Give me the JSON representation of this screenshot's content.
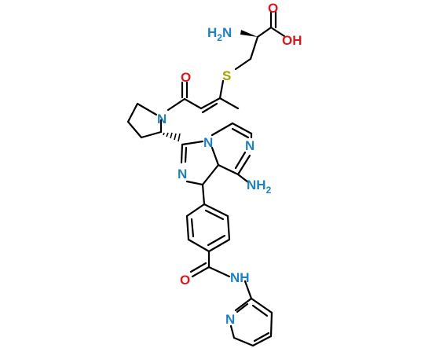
{
  "colors": {
    "bond": "#000000",
    "oxygen": "#d8191c",
    "nitrogen": "#1f82c0",
    "sulfur": "#a3a300"
  },
  "atoms": {
    "amine_top": {
      "main": "H",
      "main2": "N",
      "sub": "2"
    },
    "acid_o_double": "O",
    "acid_oh": "OH",
    "sulfur": "S",
    "enone_o": "O",
    "pyrrolidine_n": "N",
    "bridge_n": "N",
    "pyrazine_n": "N",
    "imidazole_n": "N",
    "amine_ring": {
      "main": "NH",
      "sub": "2"
    },
    "amide_o": "O",
    "amide_nh": "NH",
    "pyridine_n": "N"
  }
}
